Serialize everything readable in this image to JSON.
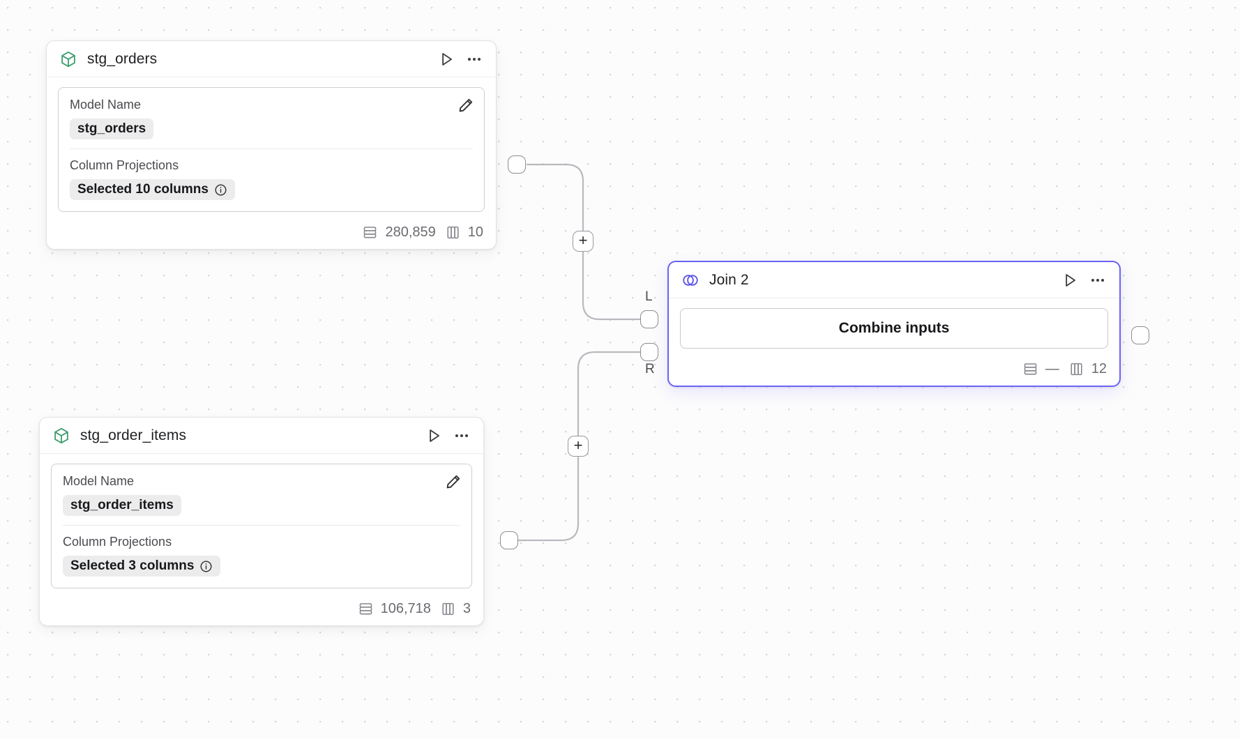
{
  "canvas": {
    "background_color": "#fcfcfc",
    "dot_color": "#d6d6d8",
    "accent_color": "#6b63f6",
    "model_icon_color": "#3f9e70"
  },
  "nodes": [
    {
      "id": "stg_orders",
      "title": "stg_orders",
      "icon": "cube-icon",
      "type": "model",
      "selected": false,
      "fields": [
        {
          "label": "Model Name",
          "value": "stg_orders",
          "has_info": false
        },
        {
          "label": "Column Projections",
          "value": "Selected 10 columns",
          "has_info": true
        }
      ],
      "footer": {
        "rows": "280,859",
        "columns": "10"
      }
    },
    {
      "id": "stg_order_items",
      "title": "stg_order_items",
      "icon": "cube-icon",
      "type": "model",
      "selected": false,
      "fields": [
        {
          "label": "Model Name",
          "value": "stg_order_items",
          "has_info": false
        },
        {
          "label": "Column Projections",
          "value": "Selected 3 columns",
          "has_info": true
        }
      ],
      "footer": {
        "rows": "106,718",
        "columns": "3"
      }
    },
    {
      "id": "join_2",
      "title": "Join 2",
      "icon": "venn-join-icon",
      "type": "join",
      "selected": true,
      "action_label": "Combine inputs",
      "footer": {
        "rows": "—",
        "columns": "12"
      }
    }
  ],
  "ports": {
    "join_left_label": "L",
    "join_right_label": "R"
  },
  "edge_buttons": {
    "add_label": "+"
  },
  "icons": {
    "run": "play-icon",
    "menu": "more-options-icon",
    "edit": "pencil-icon",
    "info": "info-icon",
    "rows": "rows-icon",
    "columns": "columns-icon"
  }
}
